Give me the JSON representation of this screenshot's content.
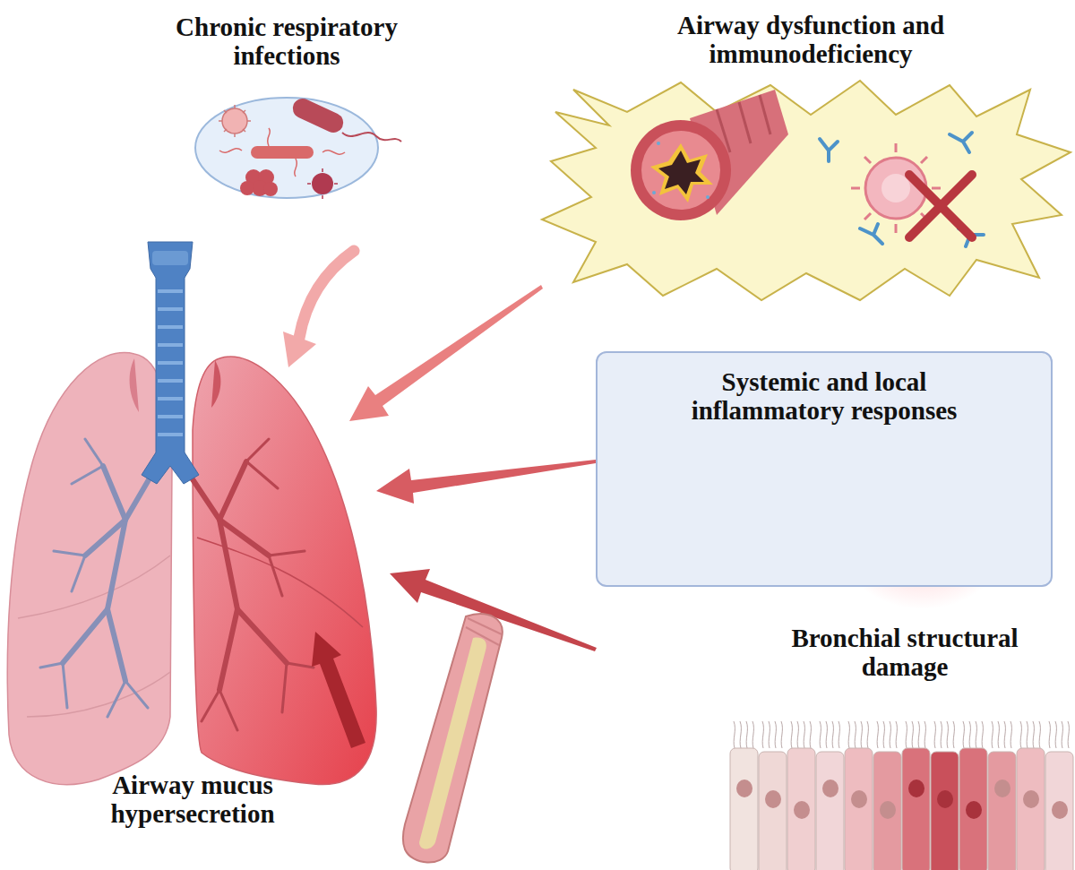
{
  "diagram": {
    "nodes": [
      {
        "text": [
          "Chronic respiratory infections"
        ]
      },
      {
        "text": [
          "Airway dysfunction and immunodeficiency"
        ]
      },
      {
        "text": [
          "Systemic and local inflammatory responses"
        ]
      },
      {
        "text": [
          "Bronchial structural damage"
        ]
      },
      {
        "text": [
          "Airway mucus hypersecretion"
        ]
      }
    ]
  }
}
